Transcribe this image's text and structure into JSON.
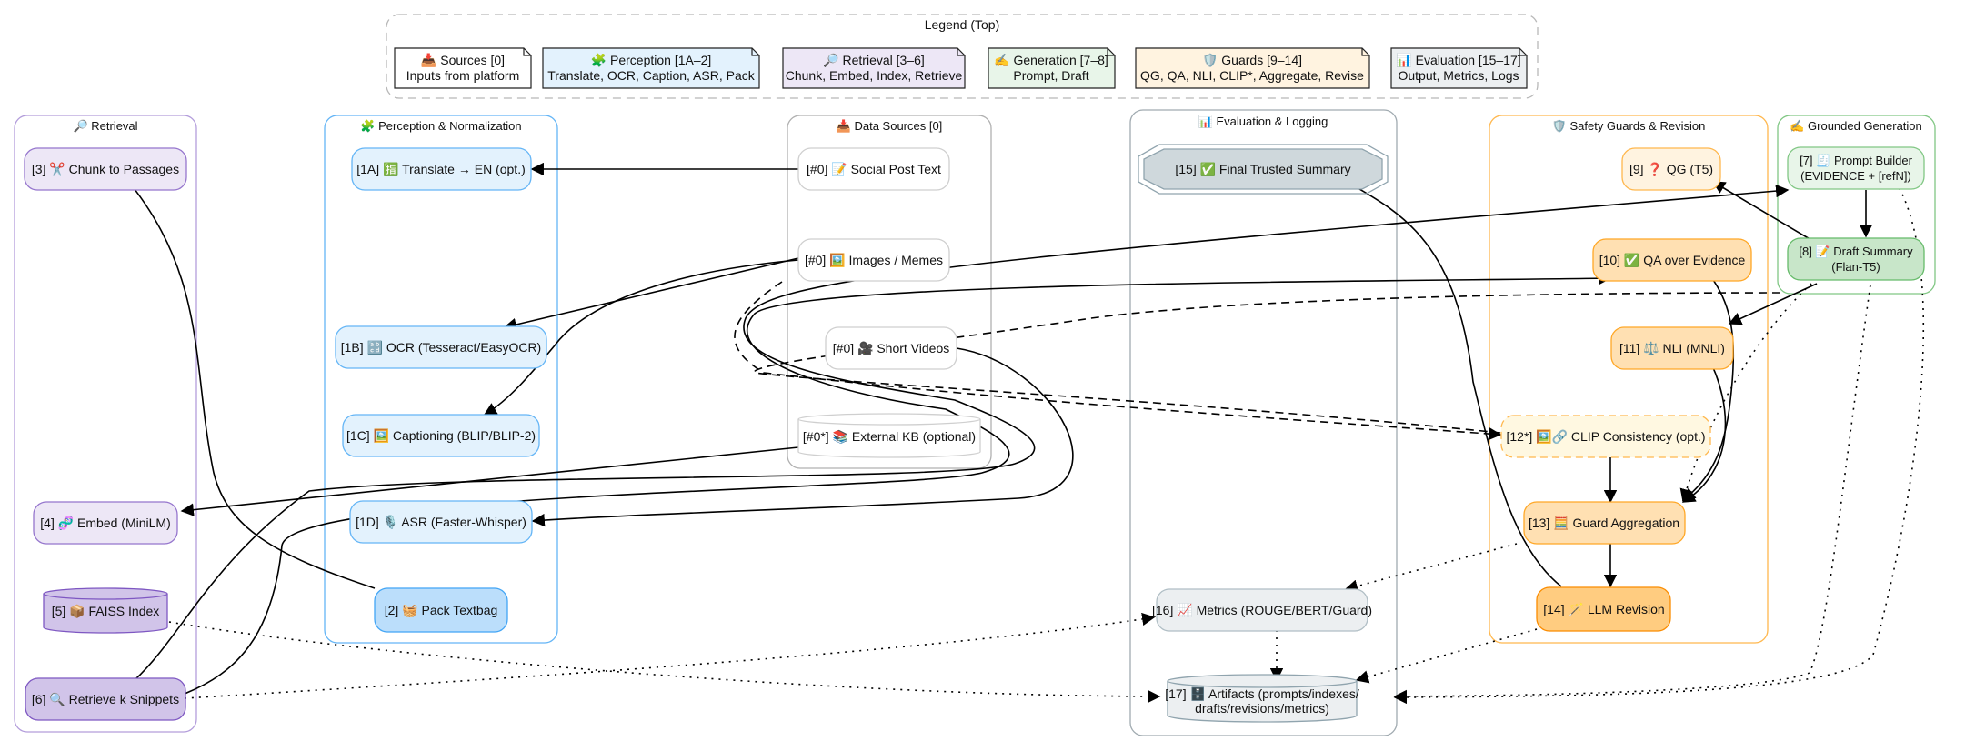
{
  "legend": {
    "title": "Legend (Top)",
    "items": [
      {
        "line1": "📥 Sources  [0]",
        "line2": "Inputs from platform"
      },
      {
        "line1": "🧩 Perception [1A–2]",
        "line2": "Translate, OCR, Caption, ASR, Pack"
      },
      {
        "line1": "🔎 Retrieval  [3–6]",
        "line2": "Chunk, Embed, Index, Retrieve"
      },
      {
        "line1": "✍️ Generation [7–8]",
        "line2": "Prompt, Draft"
      },
      {
        "line1": "🛡️ Guards    [9–14]",
        "line2": "QG, QA, NLI, CLIP*, Aggregate, Revise"
      },
      {
        "line1": "📊 Evaluation [15–17]",
        "line2": "Output, Metrics, Logs"
      }
    ]
  },
  "clusters": {
    "retrieval": "🔎 Retrieval",
    "perception": "🧩 Perception & Normalization",
    "sources": "📥 Data Sources [0]",
    "evaluation": "📊 Evaluation & Logging",
    "guards": "🛡️ Safety Guards & Revision",
    "generation": "✍️ Grounded Generation"
  },
  "nodes": {
    "n3": "[3] ✂️ Chunk to Passages",
    "n4": "[4] 🧬 Embed (MiniLM)",
    "n5": "[5] 📦 FAISS Index",
    "n6": "[6] 🔍 Retrieve k Snippets",
    "n1a": "[1A] 🈯 Translate → EN (opt.)",
    "n1b": "[1B] 🔡 OCR (Tesseract/EasyOCR)",
    "n1c": "[1C] 🖼️ Captioning (BLIP/BLIP-2)",
    "n1d": "[1D] 🎙️ ASR (Faster-Whisper)",
    "n2": "[2] 🧺 Pack Textbag",
    "s_text": "[#0] 📝 Social Post Text",
    "s_img": "[#0] 🖼️ Images / Memes",
    "s_vid": "[#0] 🎥 Short Videos",
    "s_kb": "[#0*] 📚 External KB (optional)",
    "n15": "[15] ✅ Final Trusted Summary",
    "n16": "[16] 📈 Metrics (ROUGE/BERT/Guard)",
    "n17_l1": "[17] 🗄️ Artifacts (prompts/indexes/",
    "n17_l2": "drafts/revisions/metrics)",
    "n9": "[9] ❓ QG (T5)",
    "n10": "[10] ✅ QA over Evidence",
    "n11": "[11] ⚖️ NLI (MNLI)",
    "n12": "[12*] 🖼️🔗 CLIP Consistency (opt.)",
    "n13": "[13] 🧮 Guard Aggregation",
    "n14": "[14] 🪄 LLM Revision",
    "n7_l1": "[7] 🧾 Prompt Builder",
    "n7_l2": "(EVIDENCE + [refN])",
    "n8_l1": "[8] 📝 Draft Summary",
    "n8_l2": "(Flan-T5)"
  }
}
